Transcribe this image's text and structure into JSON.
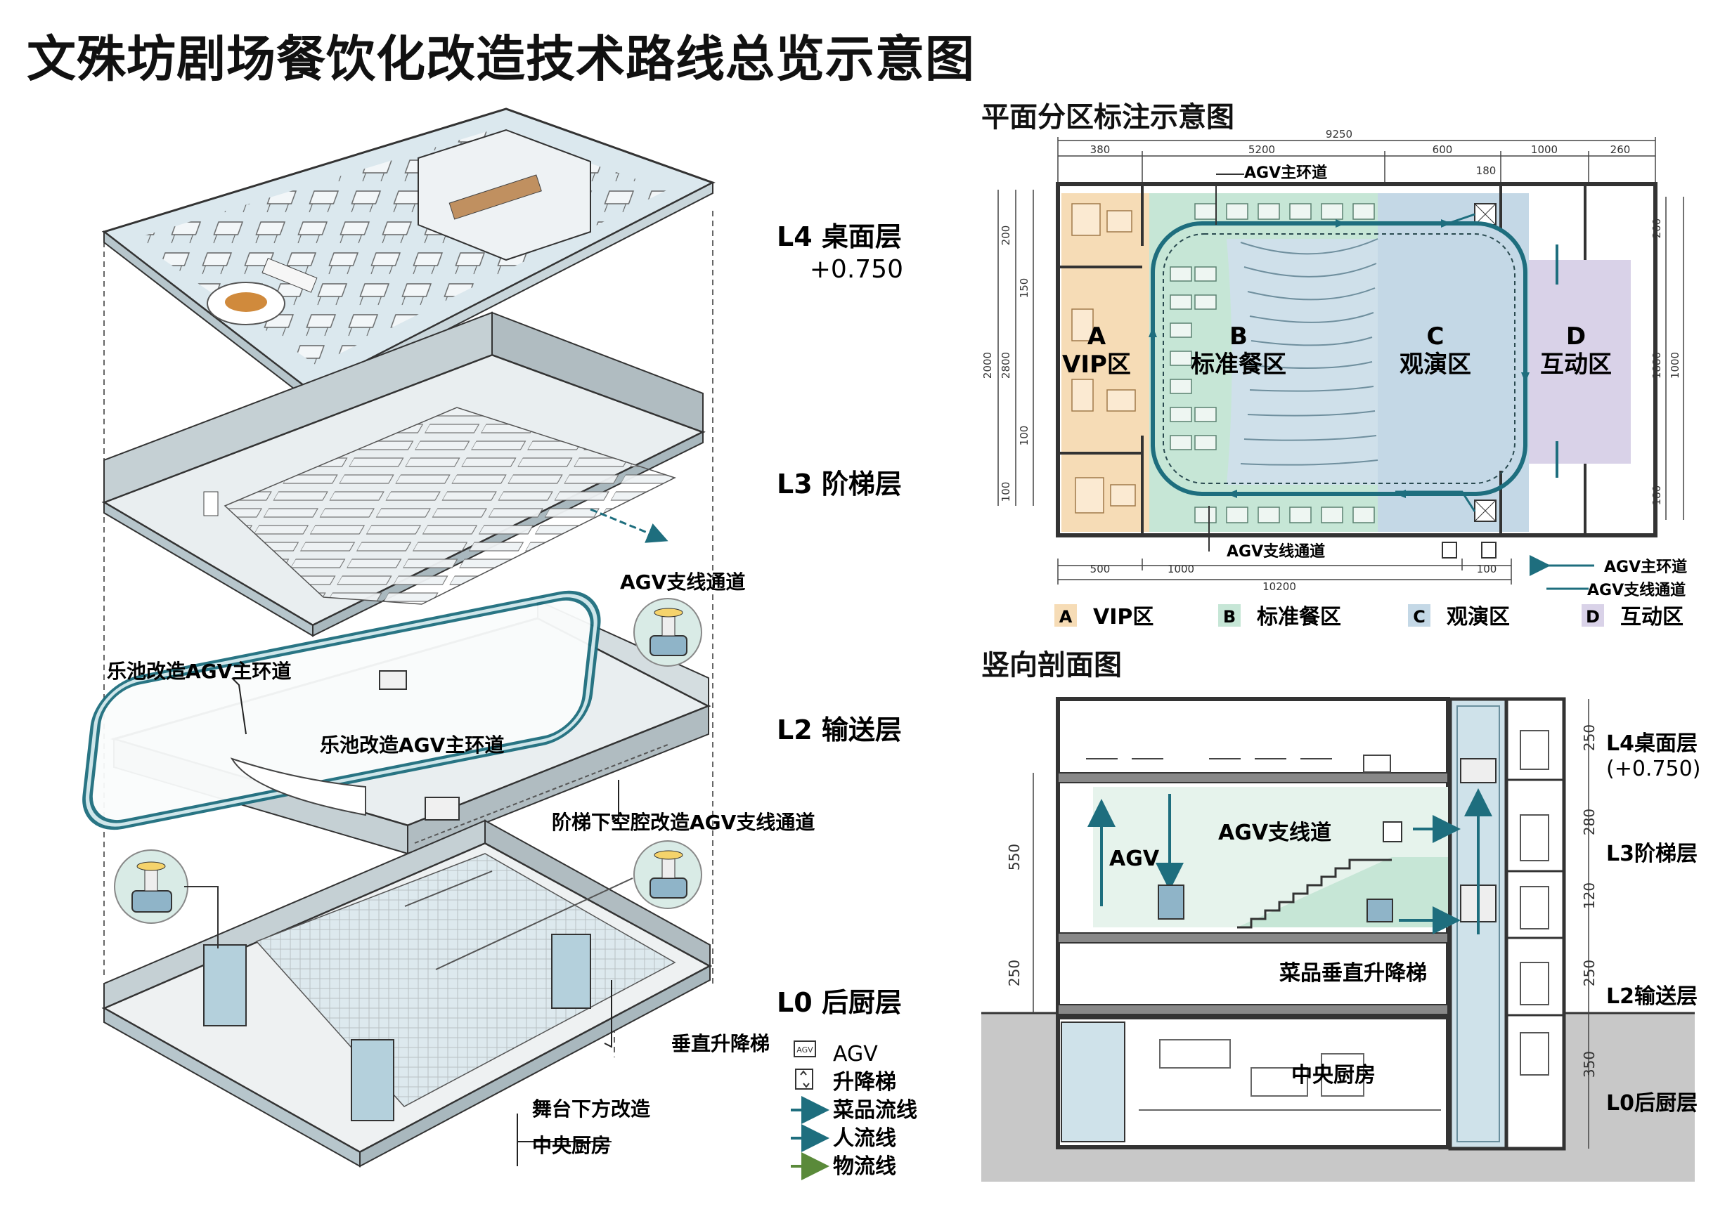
{
  "title": "文殊坊剧场餐饮化改造技术路线总览示意图",
  "axon": {
    "levels": [
      {
        "name": "L4 桌面层",
        "sub": "+0.750"
      },
      {
        "name": "L3 阶梯层",
        "sub": ""
      },
      {
        "name": "L2 输送层",
        "sub": ""
      },
      {
        "name": "L0 后厨层",
        "sub": ""
      }
    ],
    "labels": {
      "agv_branch": "AGV支线通道",
      "pit_loop_outer": "乐池改造AGV主环道",
      "pit_loop_inner": "乐池改造AGV主环道",
      "under_stair": "阶梯下空腔改造AGV支线通道",
      "lift": "垂直升降梯",
      "kitchen_line1": "舞台下方改造",
      "kitchen_line2": "中央厨房"
    },
    "legend": [
      {
        "icon": "AGV",
        "label": "AGV",
        "color": "#333333"
      },
      {
        "icon": "lift",
        "label": "升降梯",
        "color": "#333333"
      },
      {
        "icon": "arrow",
        "label": "菜品流线",
        "color": "#1e6e7e"
      },
      {
        "icon": "arrow",
        "label": "人流线",
        "color": "#1e6e7e"
      },
      {
        "icon": "arrow",
        "label": "物流线",
        "color": "#5a8a3a"
      }
    ]
  },
  "plan": {
    "title": "平面分区标注示意图",
    "dims_top_total": "9250",
    "dims_top": [
      "380",
      "5200",
      "600",
      "1000",
      "260"
    ],
    "dim_180": "180",
    "dims_bottom": [
      "500",
      "1000",
      "100"
    ],
    "dims_bottom_total": "10200",
    "dims_left": [
      "200",
      "150",
      "2800",
      "100",
      "100"
    ],
    "dim_left_outer": "2000",
    "dims_right": [
      "200",
      "1880",
      "180"
    ],
    "dim_right_outer": "1000",
    "agv_main": "AGV主环道",
    "agv_branch": "AGV支线通道",
    "zones": [
      {
        "letter": "A",
        "name": "VIP区",
        "color": "#f6dcb6"
      },
      {
        "letter": "B",
        "name": "标准餐区",
        "color": "#c6e6d6"
      },
      {
        "letter": "C",
        "name": "观演区",
        "color": "#c4d8e6"
      },
      {
        "letter": "D",
        "name": "互动区",
        "color": "#d9d2e8"
      }
    ],
    "line_legend": [
      "AGV主环道",
      "AGV支线通道"
    ],
    "legend_colors": {
      "line": "#1e6e7e"
    }
  },
  "section": {
    "title": "竖向剖面图",
    "dims_left": [
      "550",
      "250"
    ],
    "dims_right": [
      "250",
      "280",
      "120",
      "250",
      "350"
    ],
    "levels": [
      {
        "name": "L4桌面层",
        "sub": "(+0.750)"
      },
      {
        "name": "L3阶梯层",
        "sub": ""
      },
      {
        "name": "L2输送层",
        "sub": ""
      },
      {
        "name": "L0后厨层",
        "sub": ""
      }
    ],
    "agv": "AGV",
    "branch": "AGV支线道",
    "lift": "菜品垂直升降梯",
    "kitchen": "中央厨房"
  }
}
